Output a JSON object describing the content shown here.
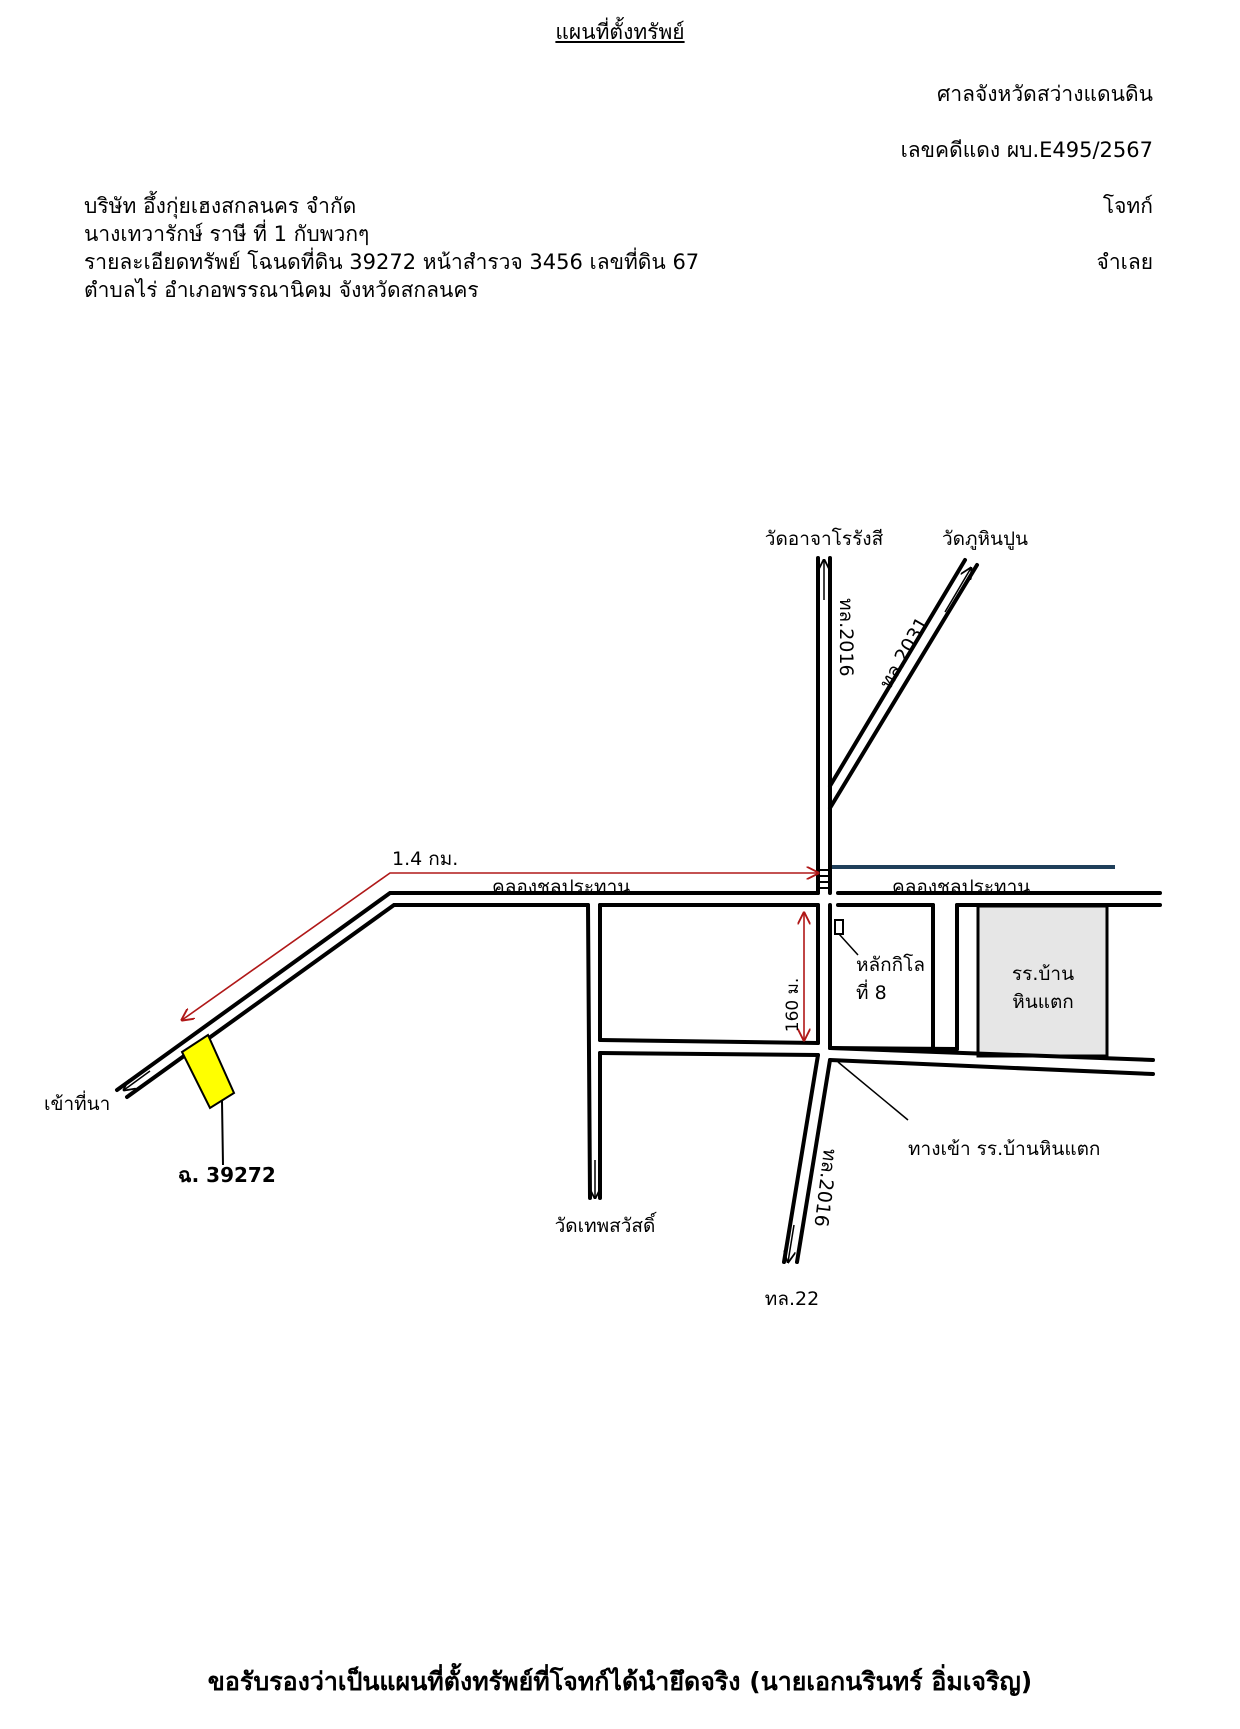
{
  "document": {
    "title": "แผนที่ตั้งทรัพย์",
    "court": "ศาลจังหวัดสว่างแดนดิน",
    "case_no": "เลขคดีแดง ผบ.E495/2567",
    "plaintiff": "บริษัท อึ้งกุ่ยเฮงสกลนคร จำกัด",
    "plaintiff_role": "โจทก์",
    "defendant": "นางเทวารักษ์  ราษี  ที่ 1 กับพวกๆ",
    "property_detail": "รายละเอียดทรัพย์ โฉนดที่ดิน 39272 หน้าสำรวจ 3456 เลขที่ดิน 67",
    "defendant_role": "จำเลย",
    "location": "ตำบลไร่  อำเภอพรรณานิคม  จังหวัดสกลนคร",
    "certification": "ขอรับรองว่าเป็นแผนที่ตั้งทรัพย์ที่โจทก์ได้นำยึดจริง (นายเอกนรินทร์ อิ่มเจริญ)"
  },
  "map": {
    "labels": {
      "wat_arcajarn": "วัดอาจาโรรังสี",
      "wat_phu": "วัดภูหินปูน",
      "road_2016_north": "ทล.2016",
      "road_2031": "ทล.2031",
      "distance": "1.4 กม.",
      "canal_left": "คลองชลประทาน",
      "canal_right": "คลองชลประทาน",
      "school": [
        "รร.บ้าน",
        "หินแตก"
      ],
      "km_post": [
        "หลักกิโล",
        "ที่ 8"
      ],
      "length_160": "160 ม.",
      "to_field": "เข้าที่นา",
      "deed": "ฉ. 39272",
      "school_entrance": "ทางเข้า รร.บ้านหินแตก",
      "road_2016_south": "ทล.2016",
      "wat_thep": "วัดเทพสวัสดิ์",
      "road_22": "ทล.22"
    },
    "colors": {
      "road": "#000000",
      "distance_arrow": "#b01818",
      "canal": "#1f3f5a",
      "school_fill": "#e6e6e6",
      "property": "#ffff00"
    }
  }
}
